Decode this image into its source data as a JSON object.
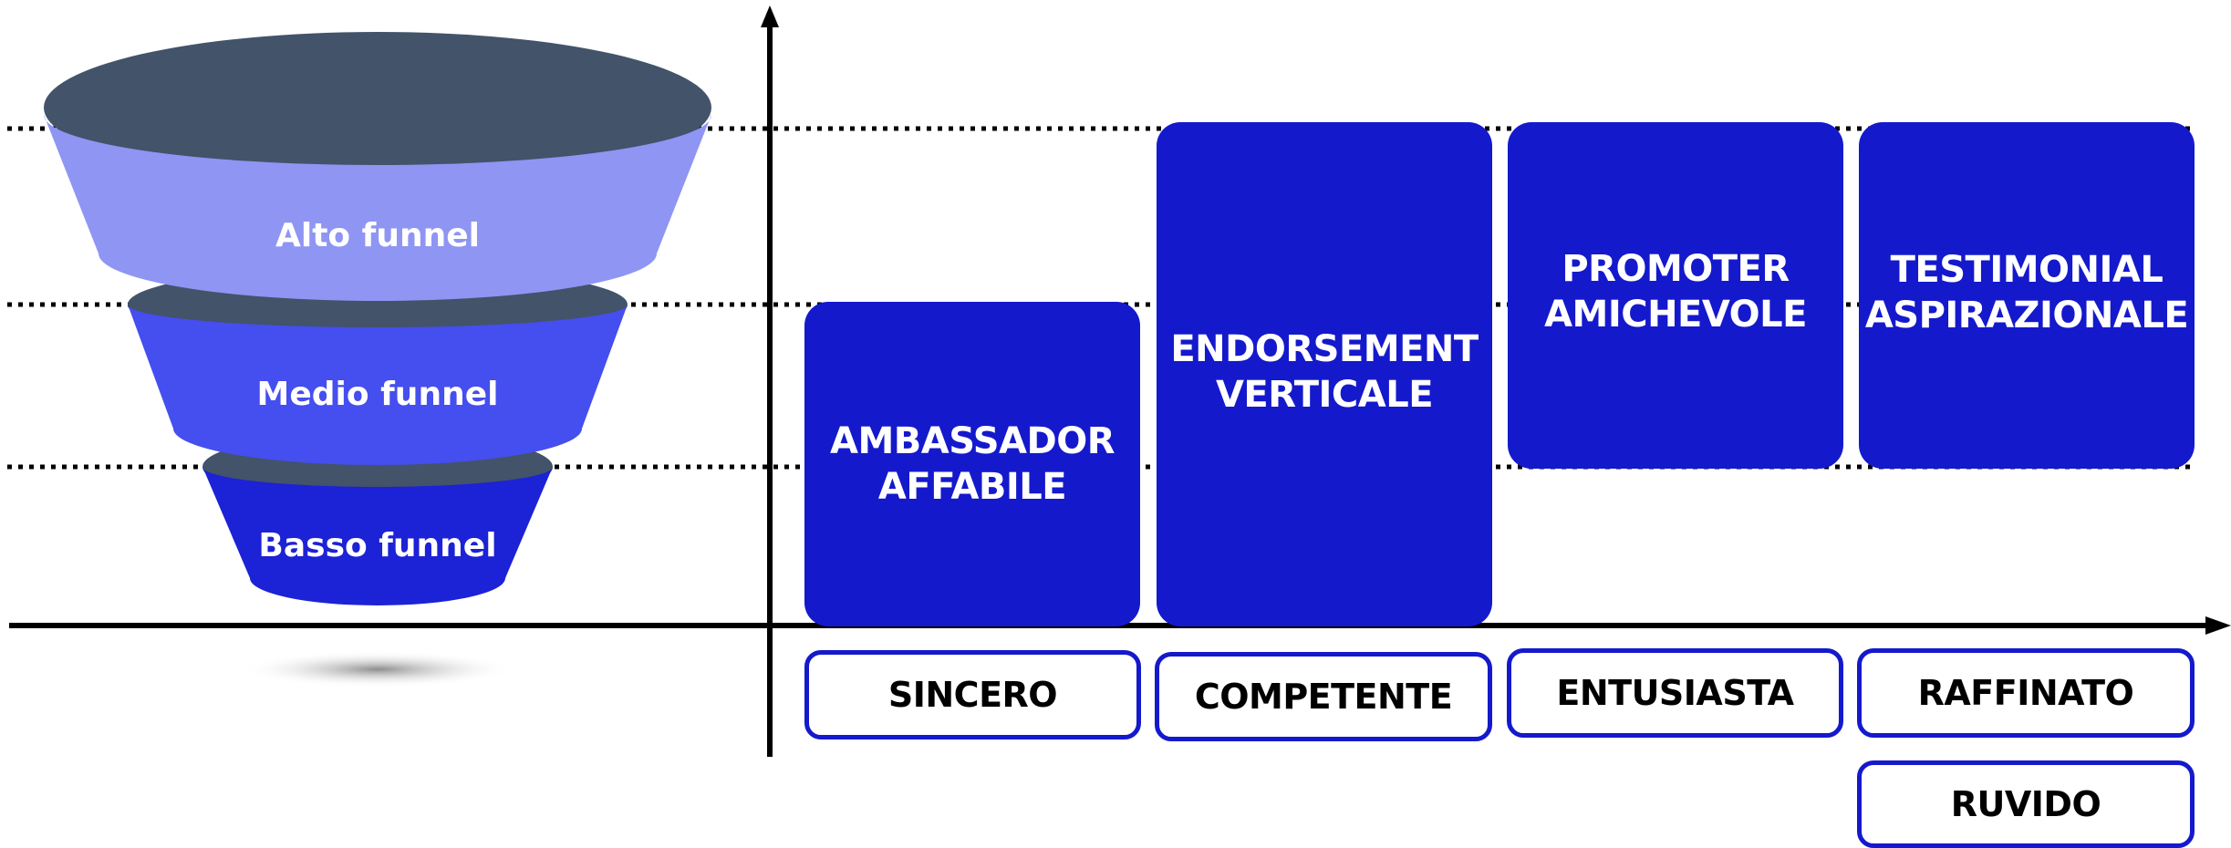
{
  "funnel": {
    "levels": [
      {
        "label": "Alto funnel",
        "color": "#8E95F3"
      },
      {
        "label": "Medio funnel",
        "color": "#454EEE"
      },
      {
        "label": "Basso funnel",
        "color": "#1C22D6"
      }
    ],
    "rim_color": "#42536A"
  },
  "profiles": [
    {
      "label": "AMBASSADOR\nAFFABILE",
      "top_level": "Medio funnel",
      "bottom_level": "Base"
    },
    {
      "label": "ENDORSEMENT\nVERTICALE",
      "top_level": "Alto funnel",
      "bottom_level": "Base"
    },
    {
      "label": "PROMOTER\nAMICHEVOLE",
      "top_level": "Alto funnel",
      "bottom_level": "Basso funnel"
    },
    {
      "label": "TESTIMONIAL\nASPIRAZIONALE",
      "top_level": "Alto funnel",
      "bottom_level": "Basso funnel"
    }
  ],
  "tags": [
    {
      "column": 0,
      "labels": [
        "SINCERO"
      ]
    },
    {
      "column": 1,
      "labels": [
        "COMPETENTE"
      ]
    },
    {
      "column": 2,
      "labels": [
        "ENTUSIASTA"
      ]
    },
    {
      "column": 3,
      "labels": [
        "RAFFINATO",
        "RUVIDO"
      ]
    }
  ],
  "colors": {
    "accent": "#1519CC",
    "axis": "#000000"
  }
}
